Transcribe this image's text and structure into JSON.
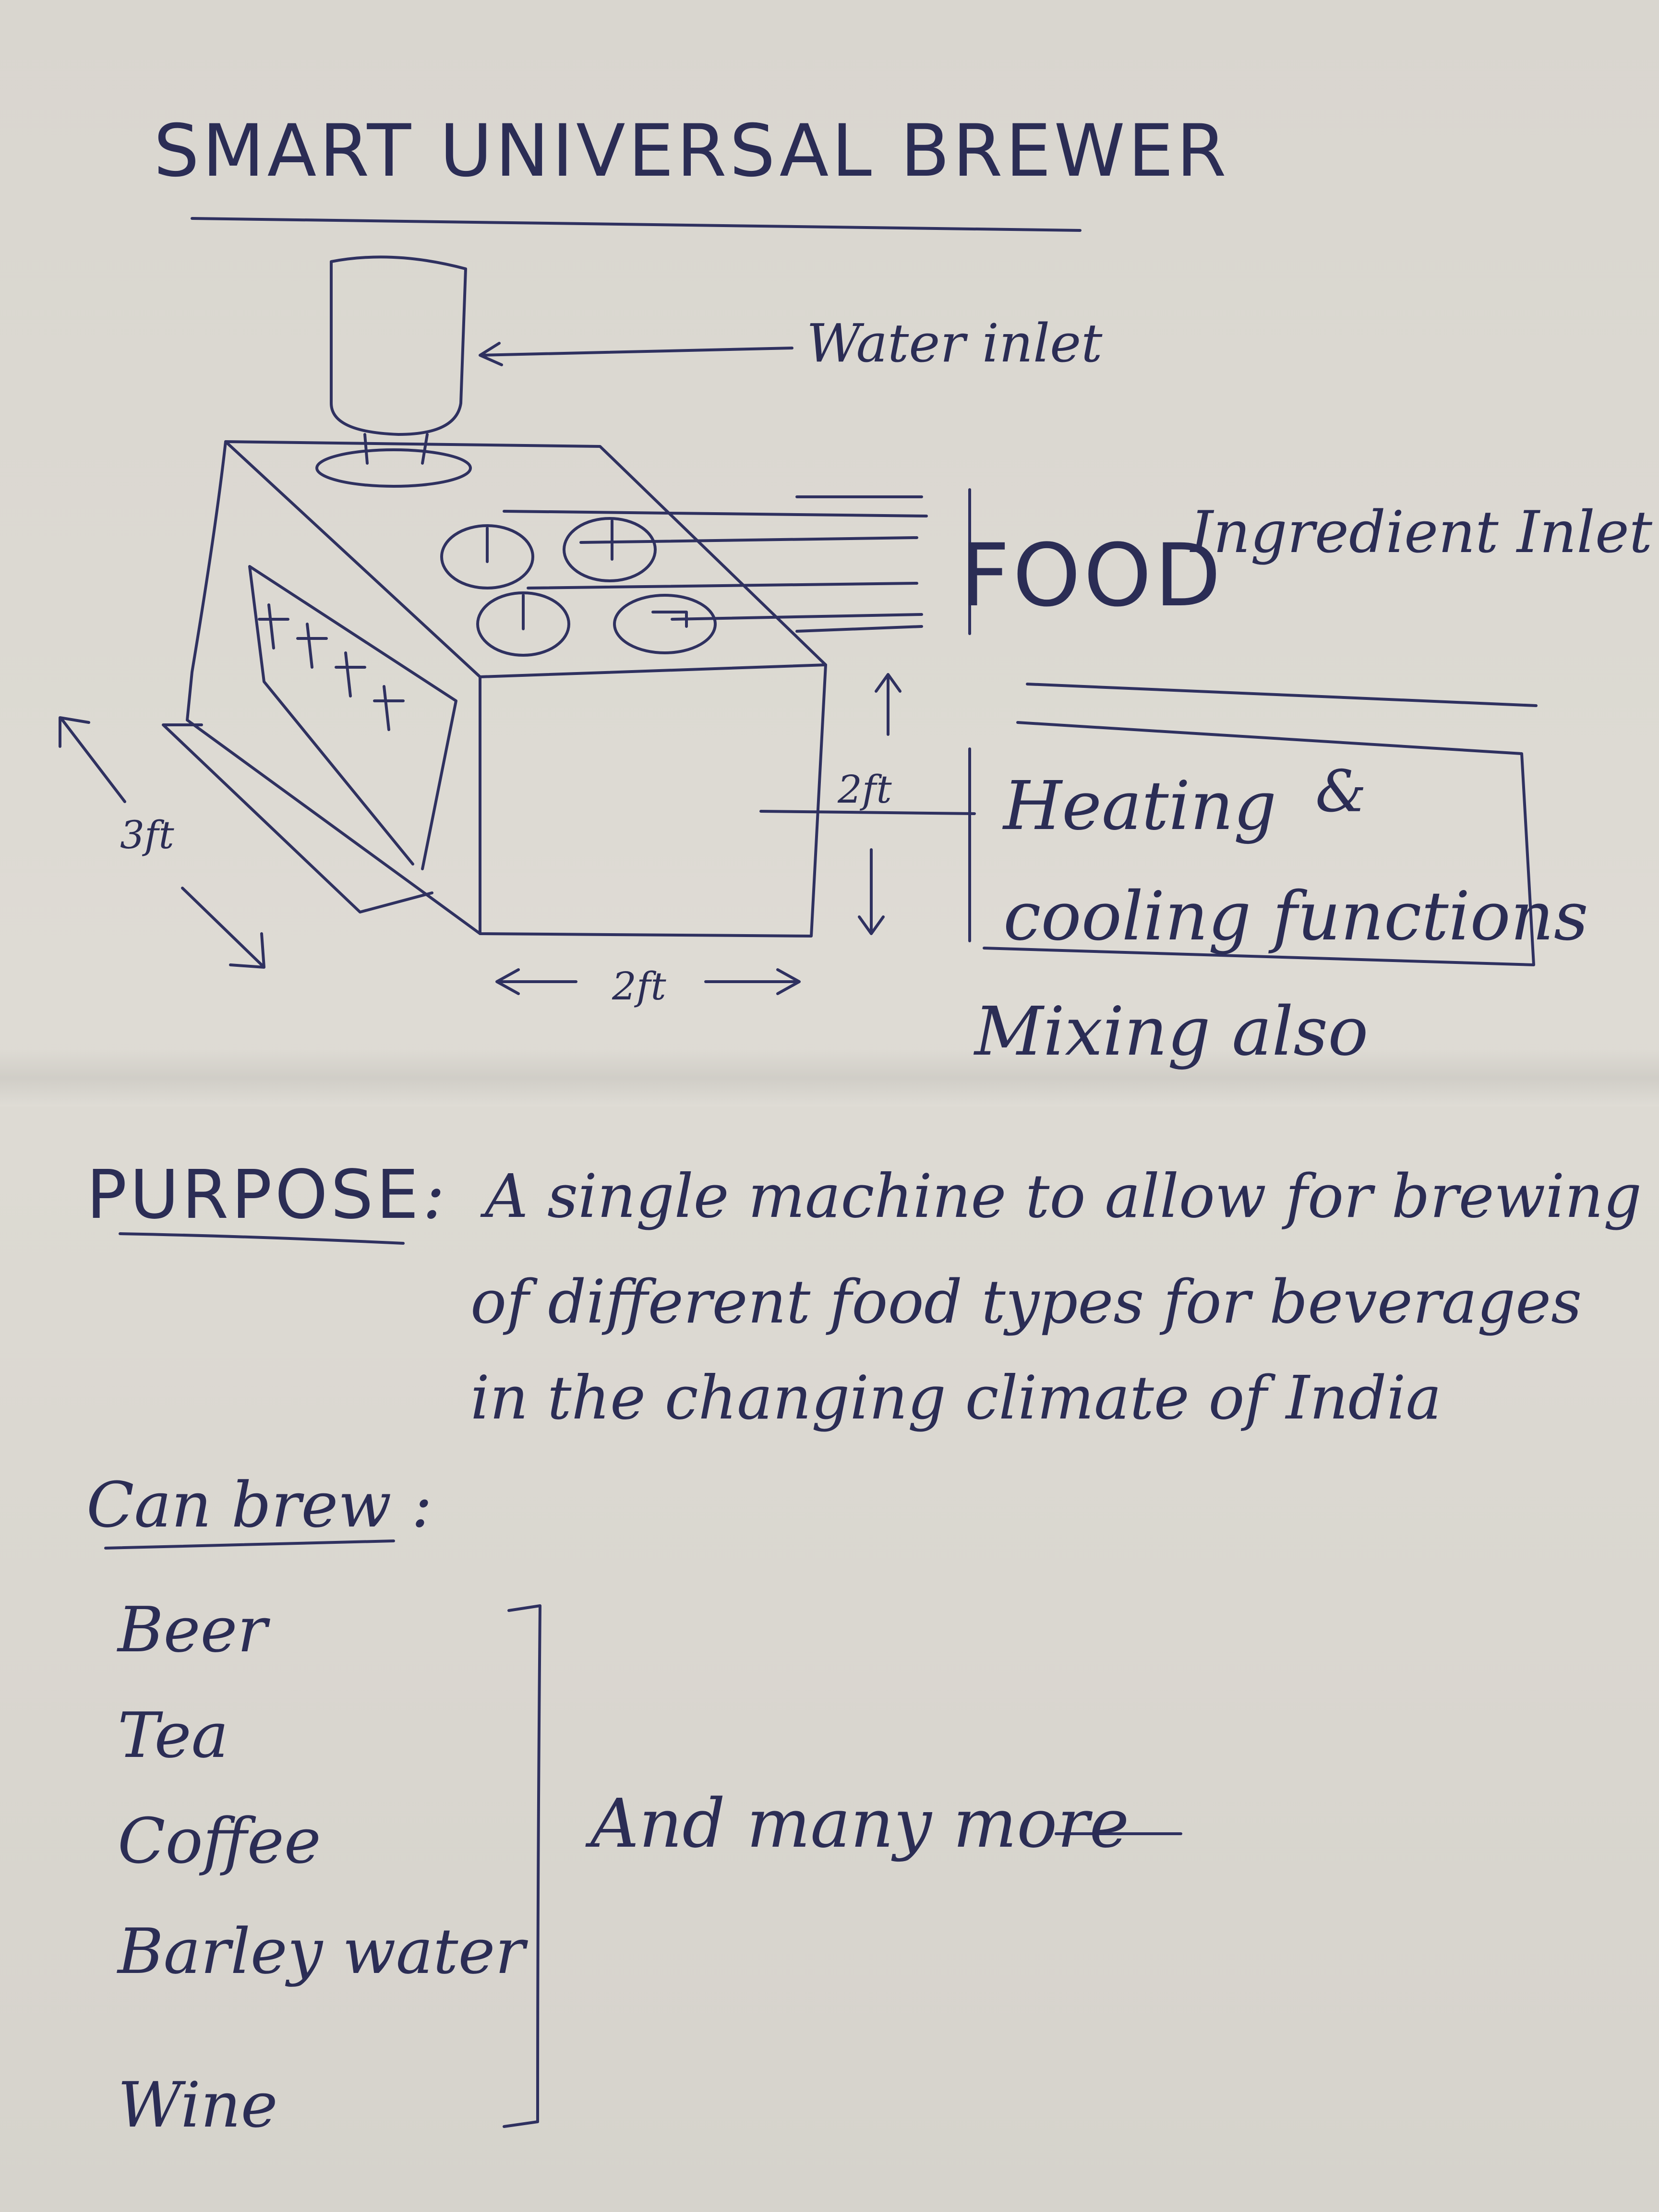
{
  "title": "SMART UNIVERSAL BREWER",
  "diagram": {
    "water_inlet": "Water inlet",
    "food": "FOOD",
    "ingredient_inlet": "Ingredient Inlet",
    "height": "2ft",
    "depth": "3ft",
    "width": "2ft",
    "heating": "Heating",
    "ampersand": "&",
    "cooling": "cooling functions",
    "mixing": "Mixing also"
  },
  "purpose": {
    "label": "PURPOSE",
    "colon": ":",
    "lines": [
      "A single machine to allow for brewing",
      "of different food types for beverages",
      "in the changing climate of India"
    ]
  },
  "can_brew": {
    "label": "Can brew :",
    "items": [
      "Beer",
      "Tea",
      "Coffee",
      "Barley water",
      "Wine"
    ],
    "more": "And many more"
  }
}
